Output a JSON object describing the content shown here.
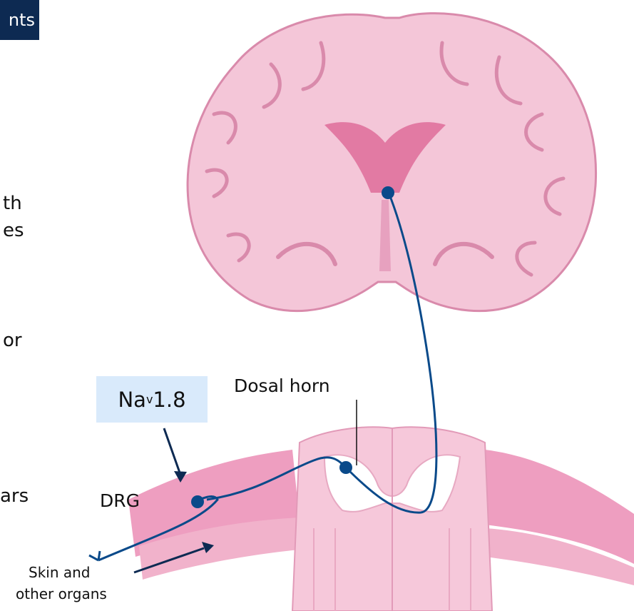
{
  "tag_text": "nts",
  "left_fragments": [
    "th",
    "es",
    "or",
    "ars"
  ],
  "labels": {
    "nav_prefix": "Na",
    "nav_sub": "v",
    "nav_suffix": "1.8",
    "dorsal_horn": "Dosal horn",
    "drg": "DRG",
    "skin_line1": "Skin and",
    "skin_line2": "other organs"
  },
  "colors": {
    "pathway": "#0a4a8a",
    "node": "#0a4a8a",
    "tissue": "#f2b8cf",
    "tissue_dark": "#e58db0",
    "tag_bg": "#0d2a52",
    "nav_box_bg": "#d9eafb"
  }
}
